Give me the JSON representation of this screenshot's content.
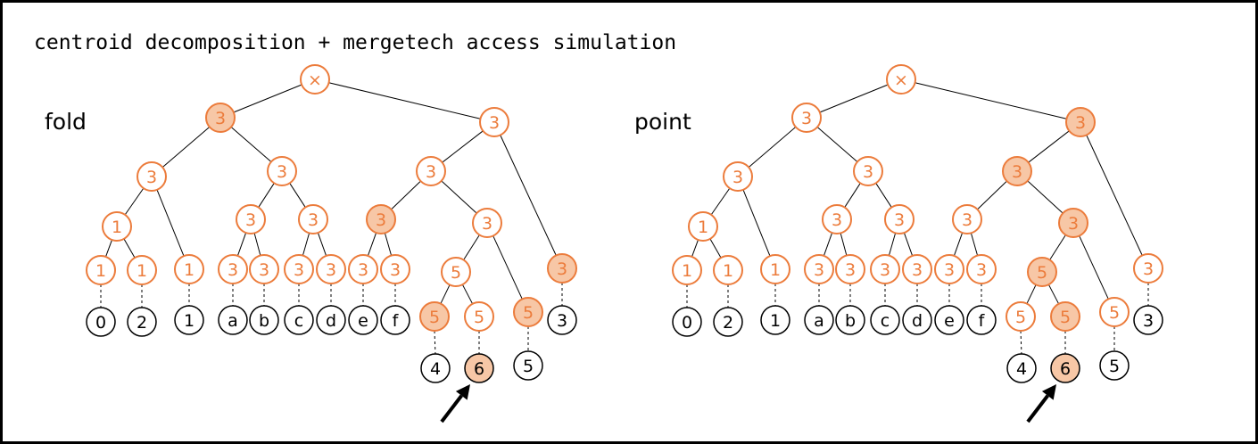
{
  "title": "centroid decomposition + mergetech access simulation",
  "colors": {
    "node_stroke": "#ec7c3c",
    "node_fill_highlight": "#f7c7a6",
    "node_text": "#ec7c3c",
    "leaf_stroke": "#000000",
    "leaf_fill_highlight": "#f7c7a6",
    "leaf_text": "#000000",
    "edge": "#000000",
    "arrow": "#000000"
  },
  "panels": [
    {
      "label": "fold",
      "nodes": [
        {
          "id": "root",
          "text": "×",
          "hl": false
        },
        {
          "id": "L",
          "text": "3",
          "hl": true
        },
        {
          "id": "R",
          "text": "3",
          "hl": false
        },
        {
          "id": "LL",
          "text": "3",
          "hl": false
        },
        {
          "id": "LR",
          "text": "3",
          "hl": false
        },
        {
          "id": "RL",
          "text": "3",
          "hl": false
        },
        {
          "id": "LLL",
          "text": "1",
          "hl": false
        },
        {
          "id": "LRL",
          "text": "3",
          "hl": false
        },
        {
          "id": "LRR",
          "text": "3",
          "hl": false
        },
        {
          "id": "RLL",
          "text": "3",
          "hl": true
        },
        {
          "id": "RLR",
          "text": "3",
          "hl": false
        },
        {
          "id": "n0",
          "text": "1",
          "hl": false
        },
        {
          "id": "n2",
          "text": "1",
          "hl": false
        },
        {
          "id": "n1",
          "text": "1",
          "hl": false
        },
        {
          "id": "na",
          "text": "3",
          "hl": false
        },
        {
          "id": "nb",
          "text": "3",
          "hl": false
        },
        {
          "id": "nc",
          "text": "3",
          "hl": false
        },
        {
          "id": "nd",
          "text": "3",
          "hl": false
        },
        {
          "id": "ne",
          "text": "3",
          "hl": false
        },
        {
          "id": "nf",
          "text": "3",
          "hl": false
        },
        {
          "id": "n5p",
          "text": "5",
          "hl": false
        },
        {
          "id": "n3",
          "text": "3",
          "hl": true
        },
        {
          "id": "n4",
          "text": "5",
          "hl": true
        },
        {
          "id": "n6",
          "text": "5",
          "hl": false
        },
        {
          "id": "n5",
          "text": "5",
          "hl": true
        }
      ],
      "leaves": [
        {
          "id": "l0",
          "text": "0",
          "hl": false
        },
        {
          "id": "l2",
          "text": "2",
          "hl": false
        },
        {
          "id": "l1",
          "text": "1",
          "hl": false
        },
        {
          "id": "la",
          "text": "a",
          "hl": false
        },
        {
          "id": "lb",
          "text": "b",
          "hl": false
        },
        {
          "id": "lc",
          "text": "c",
          "hl": false
        },
        {
          "id": "ld",
          "text": "d",
          "hl": false
        },
        {
          "id": "le",
          "text": "e",
          "hl": false
        },
        {
          "id": "lf",
          "text": "f",
          "hl": false
        },
        {
          "id": "l3",
          "text": "3",
          "hl": false
        },
        {
          "id": "l4",
          "text": "4",
          "hl": false
        },
        {
          "id": "l6",
          "text": "6",
          "hl": true
        },
        {
          "id": "l5",
          "text": "5",
          "hl": false
        }
      ]
    },
    {
      "label": "point",
      "nodes": [
        {
          "id": "root",
          "text": "×",
          "hl": false
        },
        {
          "id": "L",
          "text": "3",
          "hl": false
        },
        {
          "id": "R",
          "text": "3",
          "hl": true
        },
        {
          "id": "LL",
          "text": "3",
          "hl": false
        },
        {
          "id": "LR",
          "text": "3",
          "hl": false
        },
        {
          "id": "RL",
          "text": "3",
          "hl": true
        },
        {
          "id": "LLL",
          "text": "1",
          "hl": false
        },
        {
          "id": "LRL",
          "text": "3",
          "hl": false
        },
        {
          "id": "LRR",
          "text": "3",
          "hl": false
        },
        {
          "id": "RLL",
          "text": "3",
          "hl": false
        },
        {
          "id": "RLR",
          "text": "3",
          "hl": true
        },
        {
          "id": "n0",
          "text": "1",
          "hl": false
        },
        {
          "id": "n2",
          "text": "1",
          "hl": false
        },
        {
          "id": "n1",
          "text": "1",
          "hl": false
        },
        {
          "id": "na",
          "text": "3",
          "hl": false
        },
        {
          "id": "nb",
          "text": "3",
          "hl": false
        },
        {
          "id": "nc",
          "text": "3",
          "hl": false
        },
        {
          "id": "nd",
          "text": "3",
          "hl": false
        },
        {
          "id": "ne",
          "text": "3",
          "hl": false
        },
        {
          "id": "nf",
          "text": "3",
          "hl": false
        },
        {
          "id": "n5p",
          "text": "5",
          "hl": true
        },
        {
          "id": "n3",
          "text": "3",
          "hl": false
        },
        {
          "id": "n4",
          "text": "5",
          "hl": false
        },
        {
          "id": "n6",
          "text": "5",
          "hl": true
        },
        {
          "id": "n5",
          "text": "5",
          "hl": false
        }
      ],
      "leaves": [
        {
          "id": "l0",
          "text": "0",
          "hl": false
        },
        {
          "id": "l2",
          "text": "2",
          "hl": false
        },
        {
          "id": "l1",
          "text": "1",
          "hl": false
        },
        {
          "id": "la",
          "text": "a",
          "hl": false
        },
        {
          "id": "lb",
          "text": "b",
          "hl": false
        },
        {
          "id": "lc",
          "text": "c",
          "hl": false
        },
        {
          "id": "ld",
          "text": "d",
          "hl": false
        },
        {
          "id": "le",
          "text": "e",
          "hl": false
        },
        {
          "id": "lf",
          "text": "f",
          "hl": false
        },
        {
          "id": "l3",
          "text": "3",
          "hl": false
        },
        {
          "id": "l4",
          "text": "4",
          "hl": false
        },
        {
          "id": "l6",
          "text": "6",
          "hl": true
        },
        {
          "id": "l5",
          "text": "5",
          "hl": false
        }
      ]
    }
  ]
}
